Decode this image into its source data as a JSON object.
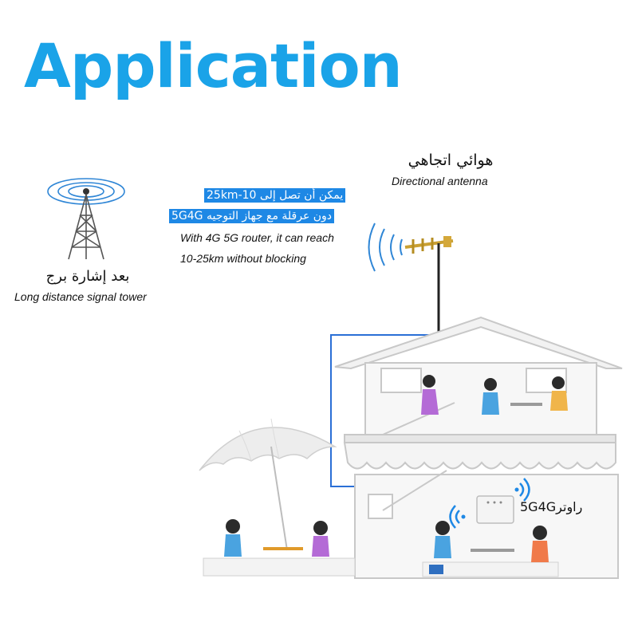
{
  "title": "Application",
  "tower": {
    "label_ar": "بعد إشارة برج",
    "label_en": "Long distance signal tower"
  },
  "reach": {
    "line1_ar": "يمكن أن تصل إلى 10-25km",
    "line2_ar": "دون عرقلة مع جهاز التوجيه 5G4G",
    "line1_en": "With 4G 5G router, it can reach",
    "line2_en": "10-25km without blocking"
  },
  "antenna": {
    "label_ar": "هوائي اتجاهي",
    "label_en": "Directional antenna"
  },
  "router": {
    "label": "راوتر5G4G"
  },
  "colors": {
    "accent": "#1aa3e8",
    "highlight": "#1e88e5",
    "cable": "#2a6fd6"
  }
}
